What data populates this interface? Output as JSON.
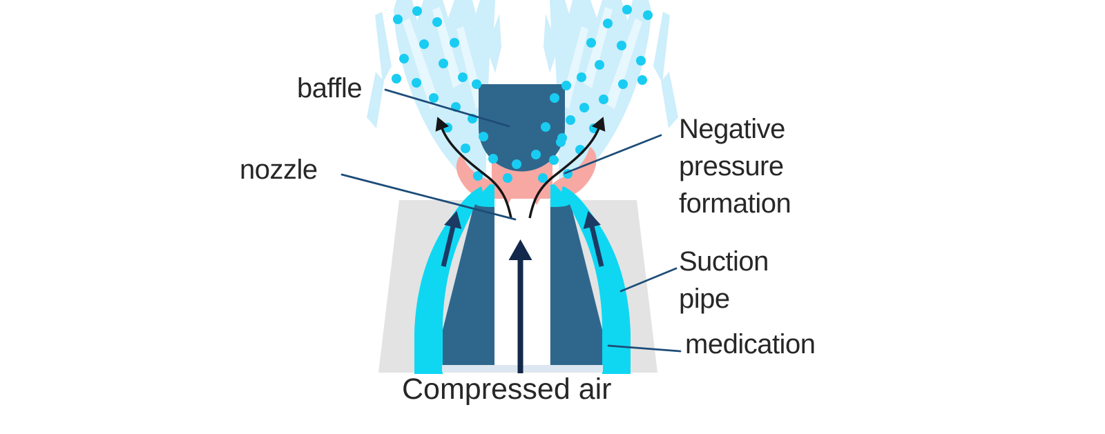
{
  "diagram": {
    "labels": {
      "baffle": "baffle",
      "nozzle": "nozzle",
      "negative_pressure": "Negative pressure formation",
      "suction_pipe": "Suction pipe",
      "medication": "medication",
      "compressed_air": "Compressed air"
    },
    "colors": {
      "baffle_blue": "#2f678c",
      "pipe_cyan": "#0fd7f2",
      "mist_light": "#cdeefb",
      "mist_spike": "#daf3fc",
      "droplet_cyan": "#19ccf2",
      "negative_pressure_pink": "#f7a8a3",
      "cup_gray": "#e3e3e3",
      "surface_line": "#dce7f1",
      "flow_line_black": "#161616",
      "compressed_air_navy": "#13294b",
      "pipe_arrow_navy": "#1c3a63",
      "leader_line_navy": "#1d4c78",
      "label_text": "#272727",
      "background": "#ffffff"
    }
  }
}
